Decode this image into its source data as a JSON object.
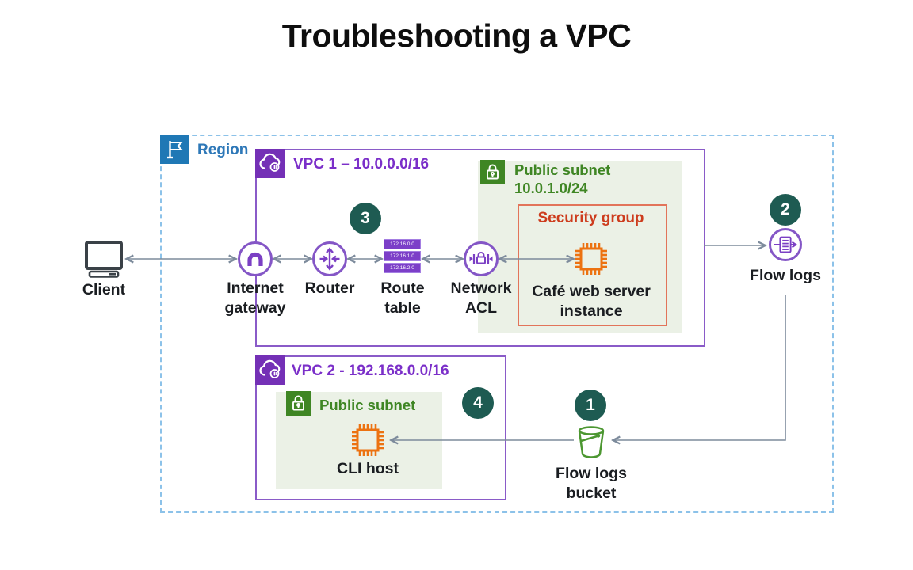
{
  "title": "Troubleshooting a VPC",
  "region": {
    "label": "Region"
  },
  "vpc1": {
    "label": "VPC 1 – 10.0.0.0/16"
  },
  "vpc2": {
    "label": "VPC 2 - 192.168.0.0/16"
  },
  "subnet1": {
    "name": "Public subnet",
    "cidr": "10.0.1.0/24"
  },
  "subnet2": {
    "name": "Public subnet"
  },
  "security_group": {
    "label": "Security group"
  },
  "nodes": {
    "client": {
      "label": "Client"
    },
    "internet_gateway": {
      "label": "Internet gateway"
    },
    "router": {
      "label": "Router"
    },
    "route_table": {
      "label": "Route table",
      "rows": [
        "172.16.0.0",
        "172.16.1.0",
        "172.16.2.0"
      ]
    },
    "network_acl": {
      "label": "Network ACL"
    },
    "cafe_web_server": {
      "label": "Café web server instance"
    },
    "flow_logs": {
      "label": "Flow logs"
    },
    "flow_logs_bucket": {
      "label": "Flow logs bucket"
    },
    "cli_host": {
      "label": "CLI host"
    }
  },
  "badges": {
    "step1": "1",
    "step2": "2",
    "step3": "3",
    "step4": "4"
  },
  "colors": {
    "region_blue": "#1F78B5",
    "vpc_purple": "#7B3FC4",
    "subnet_green": "#3F8624",
    "subnet_fill": "#EBF1E6",
    "security_group_red": "#CD3C1D",
    "instance_orange": "#EC7211",
    "badge_teal": "#1E5B52",
    "connector_gray": "#7D8B9C"
  }
}
